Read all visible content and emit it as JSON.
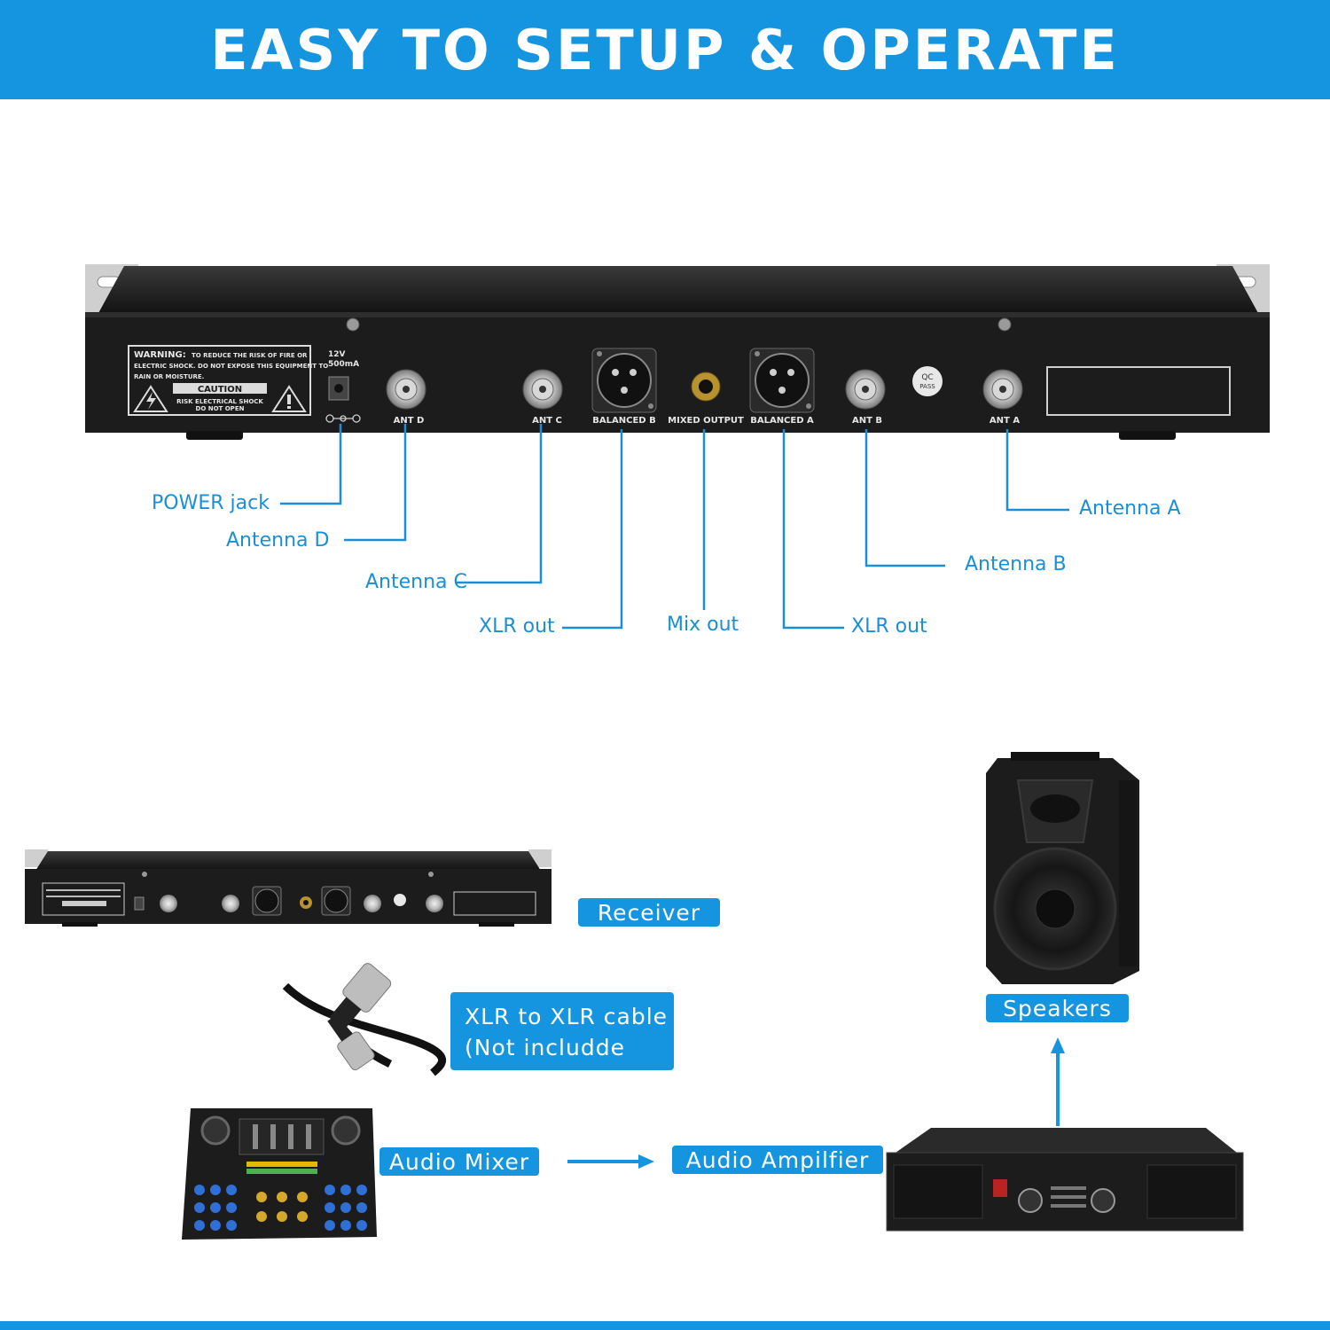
{
  "header": {
    "title": "EASY TO SETUP & OPERATE"
  },
  "colors": {
    "accent": "#1595e0",
    "callout_text": "#1a8fd8",
    "device_body": "#1c1c1c"
  },
  "panel": {
    "warning_title": "WARNING:",
    "warning_text_1": "TO REDUCE THE RISK OF FIRE OR",
    "warning_text_2": "ELECTRIC SHOCK. DO NOT EXPOSE THIS EQUIPMENT TO",
    "warning_text_3": "RAIN OR MOISTURE.",
    "caution": "CAUTION",
    "caution_sub_1": "RISK ELECTRICAL SHOCK",
    "caution_sub_2": "DO NOT OPEN",
    "power_rating_1": "12V",
    "power_rating_2": "500mA",
    "ant_d": "ANT D",
    "ant_c": "ANT C",
    "balanced_b": "BALANCED B",
    "mixed_output": "MIXED OUTPUT",
    "balanced_a": "BALANCED A",
    "ant_b": "ANT B",
    "ant_a": "ANT A",
    "qc_1": "QC",
    "qc_2": "PASS"
  },
  "callouts": {
    "power_jack": "POWER jack",
    "antenna_d": "Antenna D",
    "antenna_c": "Antenna C",
    "xlr_out_b": "XLR out",
    "mix_out": "Mix out",
    "xlr_out_a": "XLR out",
    "antenna_b": "Antenna B",
    "antenna_a": "Antenna A"
  },
  "flow": {
    "receiver": "Receiver",
    "cable_line_1": "XLR to XLR cable",
    "cable_line_2": "(Not includde",
    "audio_mixer": "Audio Mixer",
    "audio_amplifier": "Audio Ampilfier",
    "speakers": "Speakers"
  }
}
